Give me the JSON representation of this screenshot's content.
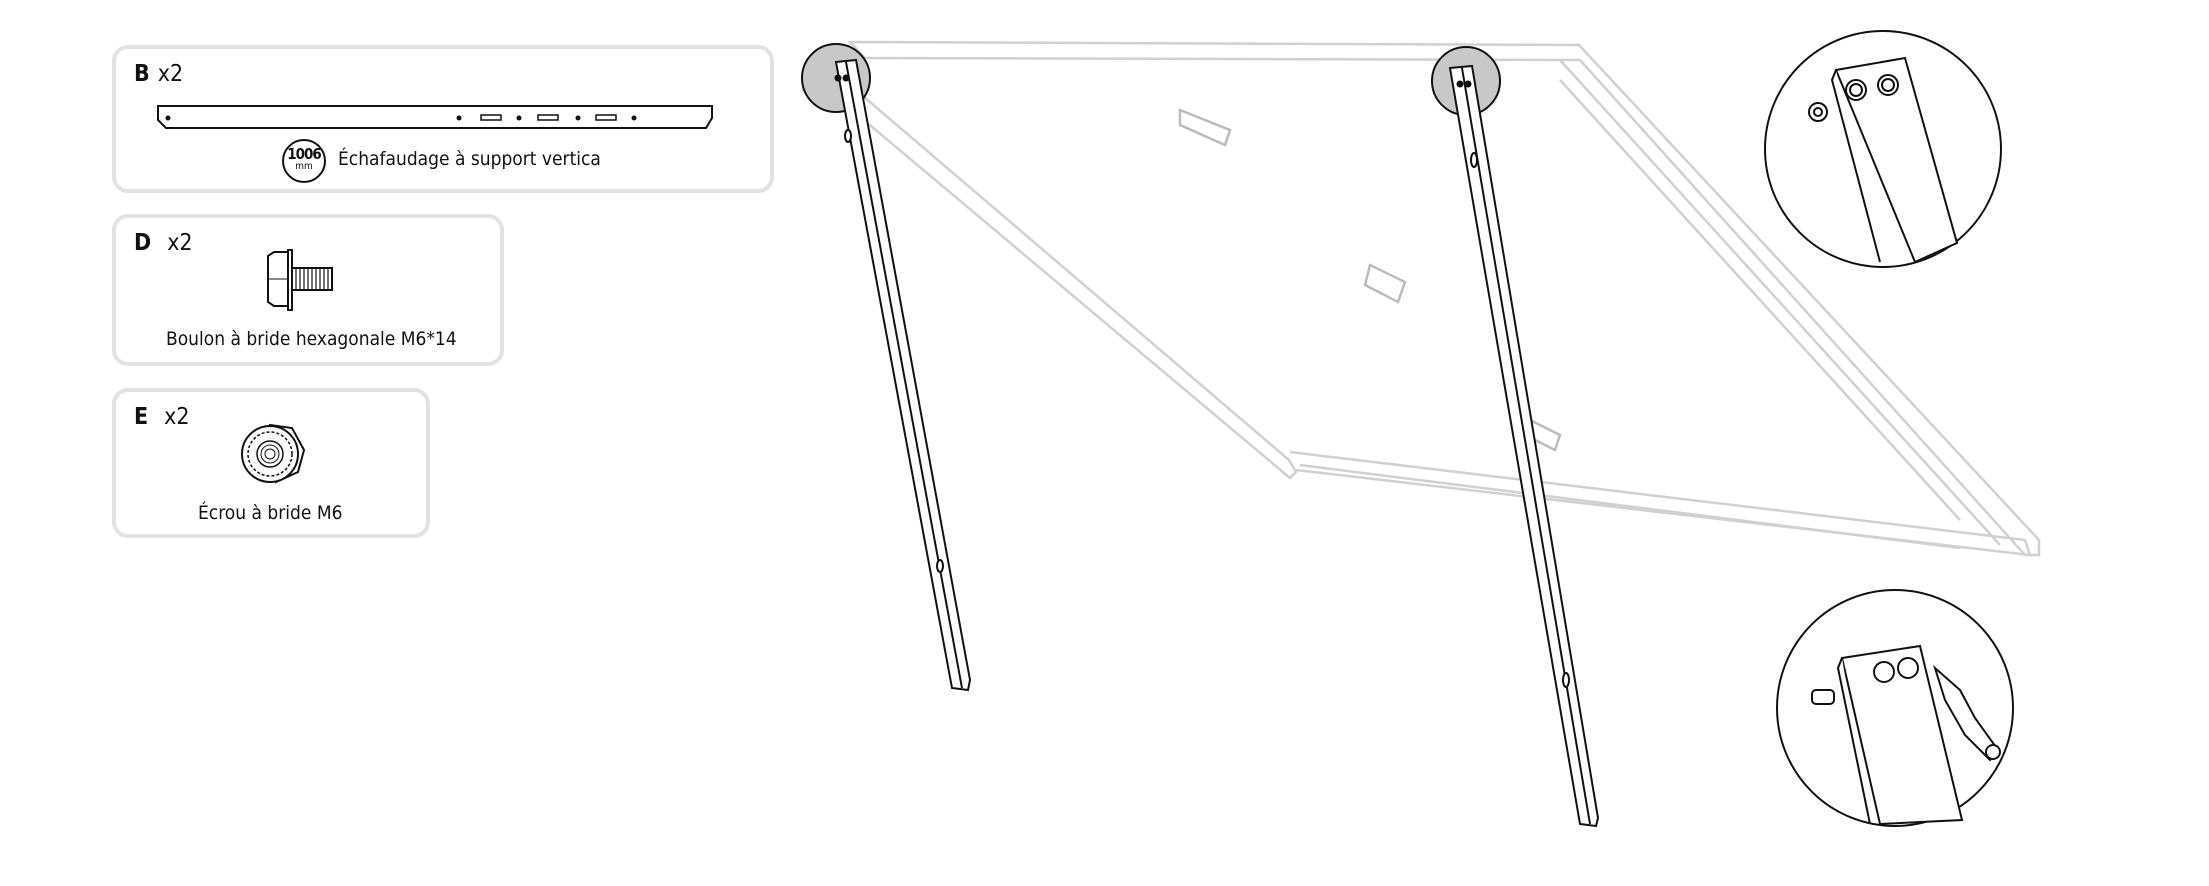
{
  "parts": [
    {
      "letter": "B",
      "qty": "x2",
      "length_value": "1006",
      "length_unit": "mm",
      "name": "Échafaudage à support vertica",
      "icon": "vertical-support-bar-icon"
    },
    {
      "letter": "D",
      "qty": "x2",
      "name": "Boulon à bride hexagonale M6*14",
      "icon": "flange-bolt-icon"
    },
    {
      "letter": "E",
      "qty": "x2",
      "name": "Écrou à bride M6",
      "icon": "flange-nut-icon"
    }
  ],
  "colors": {
    "box_border": "#e2e2e2",
    "frame_line": "#d0d0d0",
    "ink": "#111111",
    "highlight": "#c8c8c8"
  }
}
